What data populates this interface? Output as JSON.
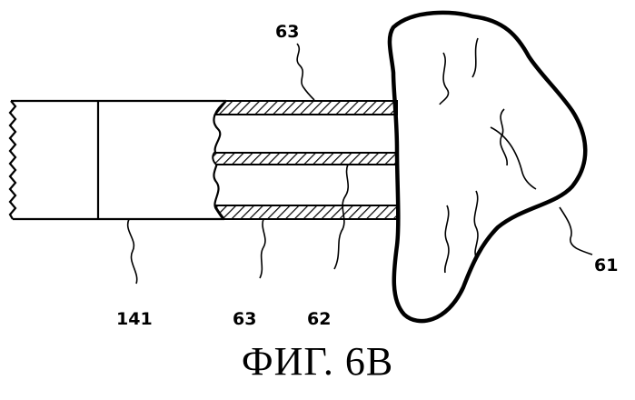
{
  "figure": {
    "caption": "ФИГ. 6В",
    "labels": {
      "sheath_top": "63",
      "sheath_bottom": "63",
      "inner_tube": "62",
      "catheter": "141",
      "mass": "61"
    }
  },
  "colors": {
    "ink": "#000000",
    "paper": "#ffffff"
  }
}
